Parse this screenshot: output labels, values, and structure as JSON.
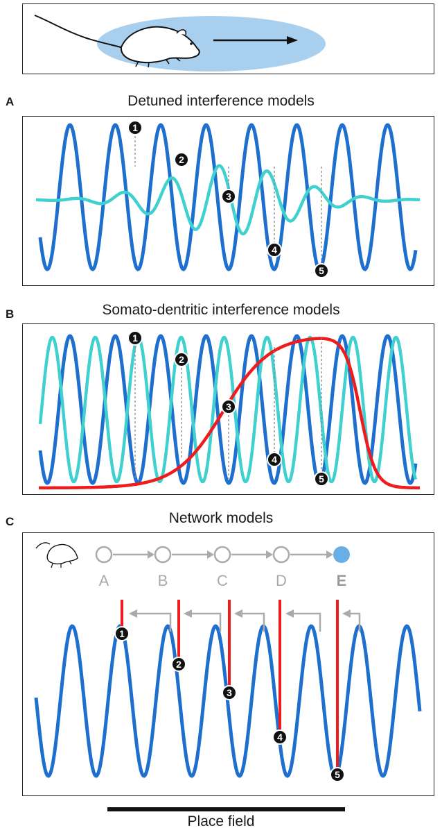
{
  "panel_A": {
    "letter": "A",
    "title": "Detuned interference models",
    "markers": [
      "1",
      "2",
      "3",
      "4",
      "5"
    ]
  },
  "panel_B": {
    "letter": "B",
    "title": "Somato-dentritic interference models",
    "markers": [
      "1",
      "2",
      "3",
      "4",
      "5"
    ]
  },
  "panel_C": {
    "letter": "C",
    "title": "Network models",
    "nodes": [
      "A",
      "B",
      "C",
      "D",
      "E"
    ],
    "markers": [
      "1",
      "2",
      "3",
      "4",
      "5"
    ]
  },
  "footer": {
    "label": "Place field"
  },
  "colors": {
    "dark_blue": "#1f6fcf",
    "light_blue": "#3fd0cf",
    "red": "#ee1c1c",
    "field": "#a9cfee",
    "gray": "#aaaaaa",
    "active_node": "#6aaee6"
  }
}
